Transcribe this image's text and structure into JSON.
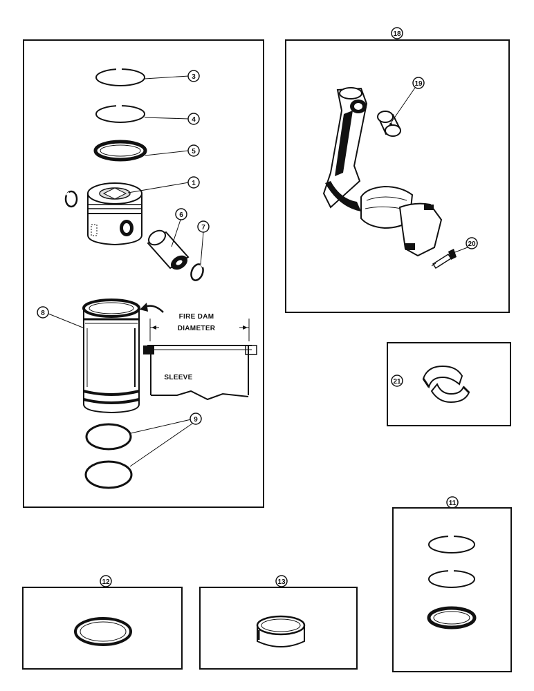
{
  "callouts": {
    "c1": "1",
    "c3": "3",
    "c4": "4",
    "c5": "5",
    "c6": "6",
    "c7": "7",
    "c8": "8",
    "c9": "9",
    "c11": "11",
    "c12": "12",
    "c13": "13",
    "c18": "18",
    "c19": "19",
    "c20": "20",
    "c21": "21"
  },
  "labels": {
    "fire_dam_line1": "FIRE DAM",
    "fire_dam_line2": "DIAMETER",
    "sleeve": "SLEEVE"
  },
  "colors": {
    "ink": "#111111",
    "background": "#ffffff"
  }
}
